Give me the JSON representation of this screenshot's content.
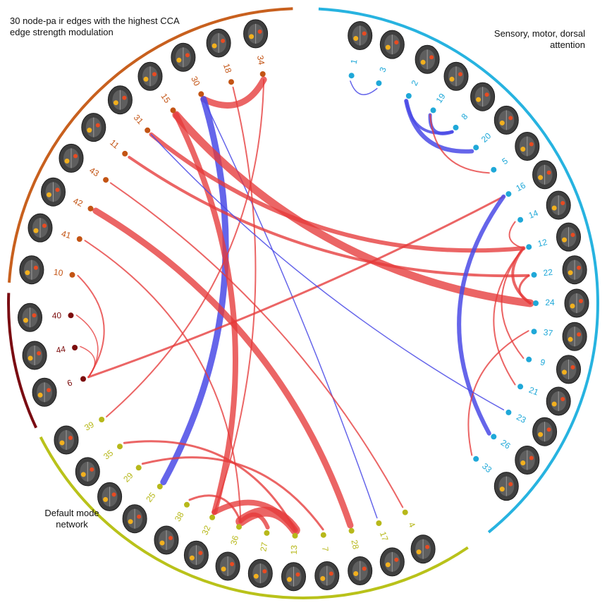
{
  "titles": {
    "top_left": "30 node-pa ir edges with the highest CCA edge strength modulation",
    "top_right": "Sensory, motor, dorsal attention",
    "bottom_left": "Default mode network"
  },
  "colors": {
    "orange_arc": "#c8601e",
    "darkred_arc": "#7a0c12",
    "yellow_arc": "#b9c21a",
    "cyan_arc": "#27b3e0",
    "pos_edge": "#e53a3a",
    "neg_edge": "#4a4ae6",
    "label_orange": "#c35414",
    "label_darkred": "#7c0d0d",
    "label_yellow": "#b7b81a",
    "label_cyan": "#1fa8d8"
  },
  "nodes": [
    {
      "id": "1",
      "group": "cyan"
    },
    {
      "id": "3",
      "group": "cyan"
    },
    {
      "id": "2",
      "group": "cyan"
    },
    {
      "id": "19",
      "group": "cyan"
    },
    {
      "id": "8",
      "group": "cyan"
    },
    {
      "id": "20",
      "group": "cyan"
    },
    {
      "id": "5",
      "group": "cyan"
    },
    {
      "id": "16",
      "group": "cyan"
    },
    {
      "id": "14",
      "group": "cyan"
    },
    {
      "id": "12",
      "group": "cyan"
    },
    {
      "id": "22",
      "group": "cyan"
    },
    {
      "id": "24",
      "group": "cyan"
    },
    {
      "id": "37",
      "group": "cyan"
    },
    {
      "id": "9",
      "group": "cyan"
    },
    {
      "id": "21",
      "group": "cyan"
    },
    {
      "id": "23",
      "group": "cyan"
    },
    {
      "id": "26",
      "group": "cyan"
    },
    {
      "id": "33",
      "group": "cyan"
    },
    {
      "id": "4",
      "group": "yellow"
    },
    {
      "id": "17",
      "group": "yellow"
    },
    {
      "id": "28",
      "group": "yellow"
    },
    {
      "id": "7",
      "group": "yellow"
    },
    {
      "id": "13",
      "group": "yellow"
    },
    {
      "id": "27",
      "group": "yellow"
    },
    {
      "id": "36",
      "group": "yellow"
    },
    {
      "id": "32",
      "group": "yellow"
    },
    {
      "id": "38",
      "group": "yellow"
    },
    {
      "id": "25",
      "group": "yellow"
    },
    {
      "id": "29",
      "group": "yellow"
    },
    {
      "id": "35",
      "group": "yellow"
    },
    {
      "id": "39",
      "group": "yellow"
    },
    {
      "id": "6",
      "group": "darkred"
    },
    {
      "id": "44",
      "group": "darkred"
    },
    {
      "id": "40",
      "group": "darkred"
    },
    {
      "id": "10",
      "group": "orange"
    },
    {
      "id": "41",
      "group": "orange"
    },
    {
      "id": "42",
      "group": "orange"
    },
    {
      "id": "43",
      "group": "orange"
    },
    {
      "id": "11",
      "group": "orange"
    },
    {
      "id": "31",
      "group": "orange"
    },
    {
      "id": "15",
      "group": "orange"
    },
    {
      "id": "30",
      "group": "orange"
    },
    {
      "id": "18",
      "group": "orange"
    },
    {
      "id": "34",
      "group": "orange"
    }
  ],
  "edges": [
    {
      "a": "34",
      "b": "30",
      "sign": "pos",
      "w": 9
    },
    {
      "a": "30",
      "b": "25",
      "sign": "neg",
      "w": 9
    },
    {
      "a": "30",
      "b": "17",
      "sign": "neg",
      "w": 1.5
    },
    {
      "a": "34",
      "b": "39",
      "sign": "pos",
      "w": 2
    },
    {
      "a": "18",
      "b": "32",
      "sign": "pos",
      "w": 2
    },
    {
      "a": "15",
      "b": "24",
      "sign": "pos",
      "w": 11
    },
    {
      "a": "15",
      "b": "32",
      "sign": "pos",
      "w": 8
    },
    {
      "a": "31",
      "b": "12",
      "sign": "pos",
      "w": 6
    },
    {
      "a": "11",
      "b": "22",
      "sign": "pos",
      "w": 4
    },
    {
      "a": "43",
      "b": "4",
      "sign": "pos",
      "w": 2
    },
    {
      "a": "42",
      "b": "28",
      "sign": "pos",
      "w": 9
    },
    {
      "a": "41",
      "b": "36",
      "sign": "pos",
      "w": 2
    },
    {
      "a": "10",
      "b": "6",
      "sign": "pos",
      "w": 2
    },
    {
      "a": "40",
      "b": "6",
      "sign": "pos",
      "w": 1.5
    },
    {
      "a": "44",
      "b": "6",
      "sign": "pos",
      "w": 1.5
    },
    {
      "a": "6",
      "b": "16",
      "sign": "pos",
      "w": 3
    },
    {
      "a": "1",
      "b": "3",
      "sign": "neg",
      "w": 1.5
    },
    {
      "a": "2",
      "b": "20",
      "sign": "neg",
      "w": 6
    },
    {
      "a": "19",
      "b": "8",
      "sign": "neg",
      "w": 5
    },
    {
      "a": "8",
      "b": "2",
      "sign": "neg",
      "w": 4
    },
    {
      "a": "5",
      "b": "19",
      "sign": "pos",
      "w": 2
    },
    {
      "a": "16",
      "b": "26",
      "sign": "neg",
      "w": 6
    },
    {
      "a": "14",
      "b": "12",
      "sign": "pos",
      "w": 2
    },
    {
      "a": "12",
      "b": "24",
      "sign": "pos",
      "w": 4
    },
    {
      "a": "22",
      "b": "24",
      "sign": "pos",
      "w": 3
    },
    {
      "a": "37",
      "b": "33",
      "sign": "pos",
      "w": 2
    },
    {
      "a": "9",
      "b": "12",
      "sign": "pos",
      "w": 2
    },
    {
      "a": "21",
      "b": "12",
      "sign": "pos",
      "w": 2
    },
    {
      "a": "23",
      "b": "31",
      "sign": "neg",
      "w": 1.5
    },
    {
      "a": "35",
      "b": "13",
      "sign": "pos",
      "w": 3
    },
    {
      "a": "29",
      "b": "7",
      "sign": "pos",
      "w": 3
    },
    {
      "a": "36",
      "b": "13",
      "sign": "pos",
      "w": 14
    },
    {
      "a": "36",
      "b": "27",
      "sign": "pos",
      "w": 6
    },
    {
      "a": "36",
      "b": "38",
      "sign": "pos",
      "w": 3
    },
    {
      "a": "13",
      "b": "32",
      "sign": "pos",
      "w": 8
    }
  ]
}
